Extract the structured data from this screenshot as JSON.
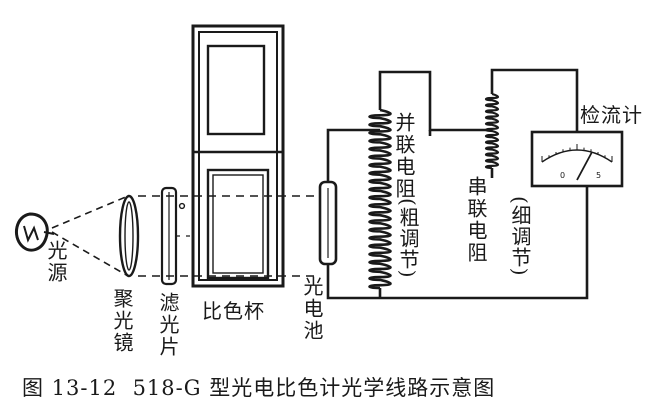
{
  "labels": {
    "light_source": "光源",
    "condenser_lens": "聚光镜",
    "filter": "滤光片",
    "cuvette": "比色杯",
    "photocell": "光电池",
    "parallel_resistor": "并联电阻",
    "coarse_adjust": "(粗调节)",
    "series_resistor": "串联电阻",
    "fine_adjust": "(细调节)",
    "galvanometer": "检流计"
  },
  "caption": "图 13-12  518-G 型光电比色计光学线路示意图",
  "colors": {
    "ink": "#1a1a1a",
    "paper": "#ffffff"
  }
}
